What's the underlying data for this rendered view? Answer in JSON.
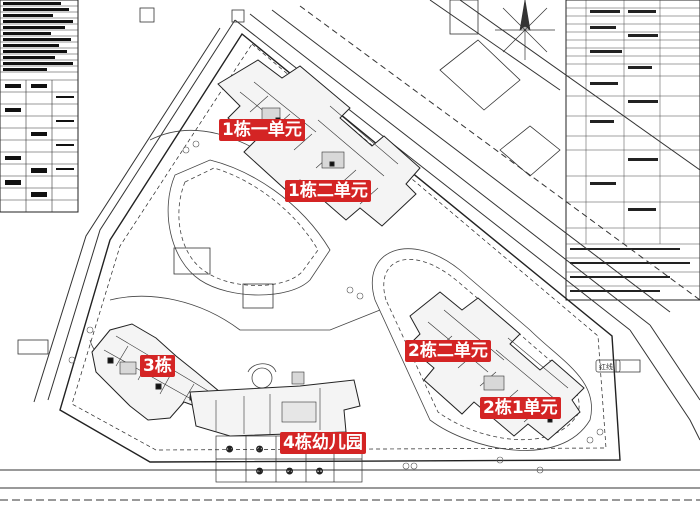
{
  "plan": {
    "buildings": [
      {
        "id": "b1u1",
        "label": "1栋一单元"
      },
      {
        "id": "b1u2",
        "label": "1栋二单元"
      },
      {
        "id": "b2u2",
        "label": "2栋二单元"
      },
      {
        "id": "b2u1",
        "label": "2栋1单元"
      },
      {
        "id": "b3",
        "label": "3栋"
      },
      {
        "id": "b4",
        "label": "4栋幼儿园"
      }
    ],
    "label_color": "#d42424",
    "line_color": "#333333",
    "plot_numbers": [
      "⑤",
      "④",
      "③",
      "②",
      "①"
    ],
    "road_tag": "红线"
  }
}
